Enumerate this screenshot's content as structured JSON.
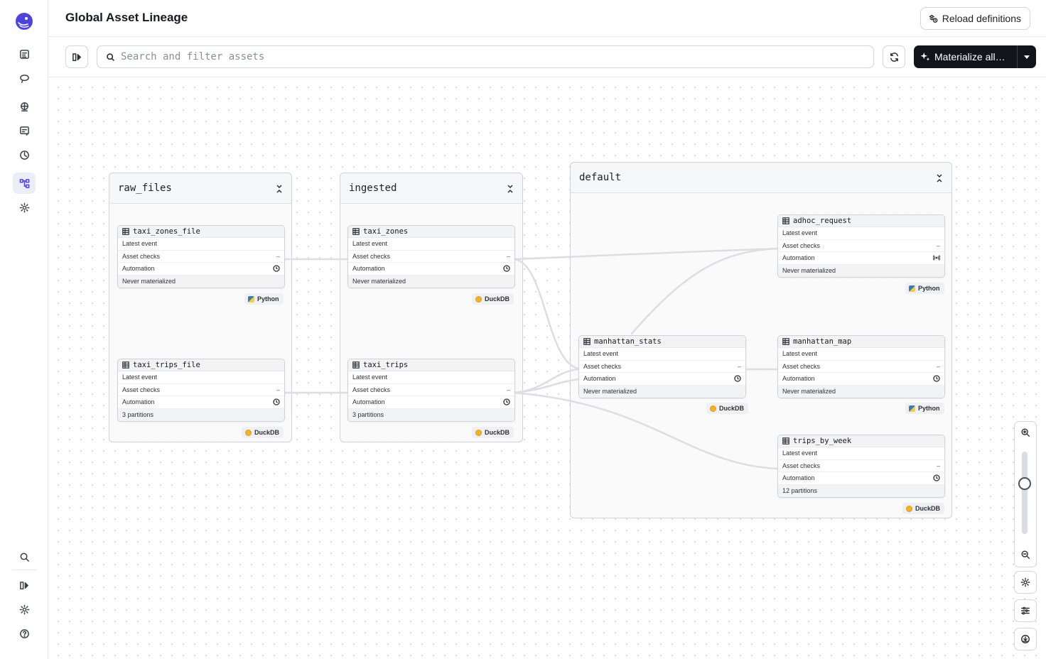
{
  "header": {
    "title": "Global Asset Lineage",
    "reload_label": "Reload definitions"
  },
  "toolbar": {
    "search_placeholder": "Search and filter assets",
    "materialize_label": "Materialize all…"
  },
  "groups": [
    {
      "title": "raw_files"
    },
    {
      "title": "ingested"
    },
    {
      "title": "default"
    }
  ],
  "labels": {
    "latest_event": "Latest event",
    "asset_checks": "Asset checks",
    "automation": "Automation",
    "dash": "–"
  },
  "assets": [
    {
      "name": "taxi_zones_file",
      "footer": "Never materialized",
      "kind": "Python",
      "automation_icon": "clock-icon"
    },
    {
      "name": "taxi_trips_file",
      "footer": "3 partitions",
      "kind": "DuckDB",
      "automation_icon": "clock-icon"
    },
    {
      "name": "taxi_zones",
      "footer": "Never materialized",
      "kind": "DuckDB",
      "automation_icon": "clock-icon"
    },
    {
      "name": "taxi_trips",
      "footer": "3 partitions",
      "kind": "DuckDB",
      "automation_icon": "clock-icon"
    },
    {
      "name": "adhoc_request",
      "footer": "Never materialized",
      "kind": "Python",
      "automation_icon": "sensor-icon"
    },
    {
      "name": "manhattan_stats",
      "footer": "Never materialized",
      "kind": "DuckDB",
      "automation_icon": "clock-icon"
    },
    {
      "name": "manhattan_map",
      "footer": "Never materialized",
      "kind": "Python",
      "automation_icon": "clock-icon"
    },
    {
      "name": "trips_by_week",
      "footer": "12 partitions",
      "kind": "DuckDB",
      "automation_icon": "clock-icon"
    }
  ],
  "colors": {
    "accent": "#4f43dd",
    "primary_button": "#11141b",
    "duckdb": "#f1b32a",
    "python": "#3d7ab8"
  }
}
